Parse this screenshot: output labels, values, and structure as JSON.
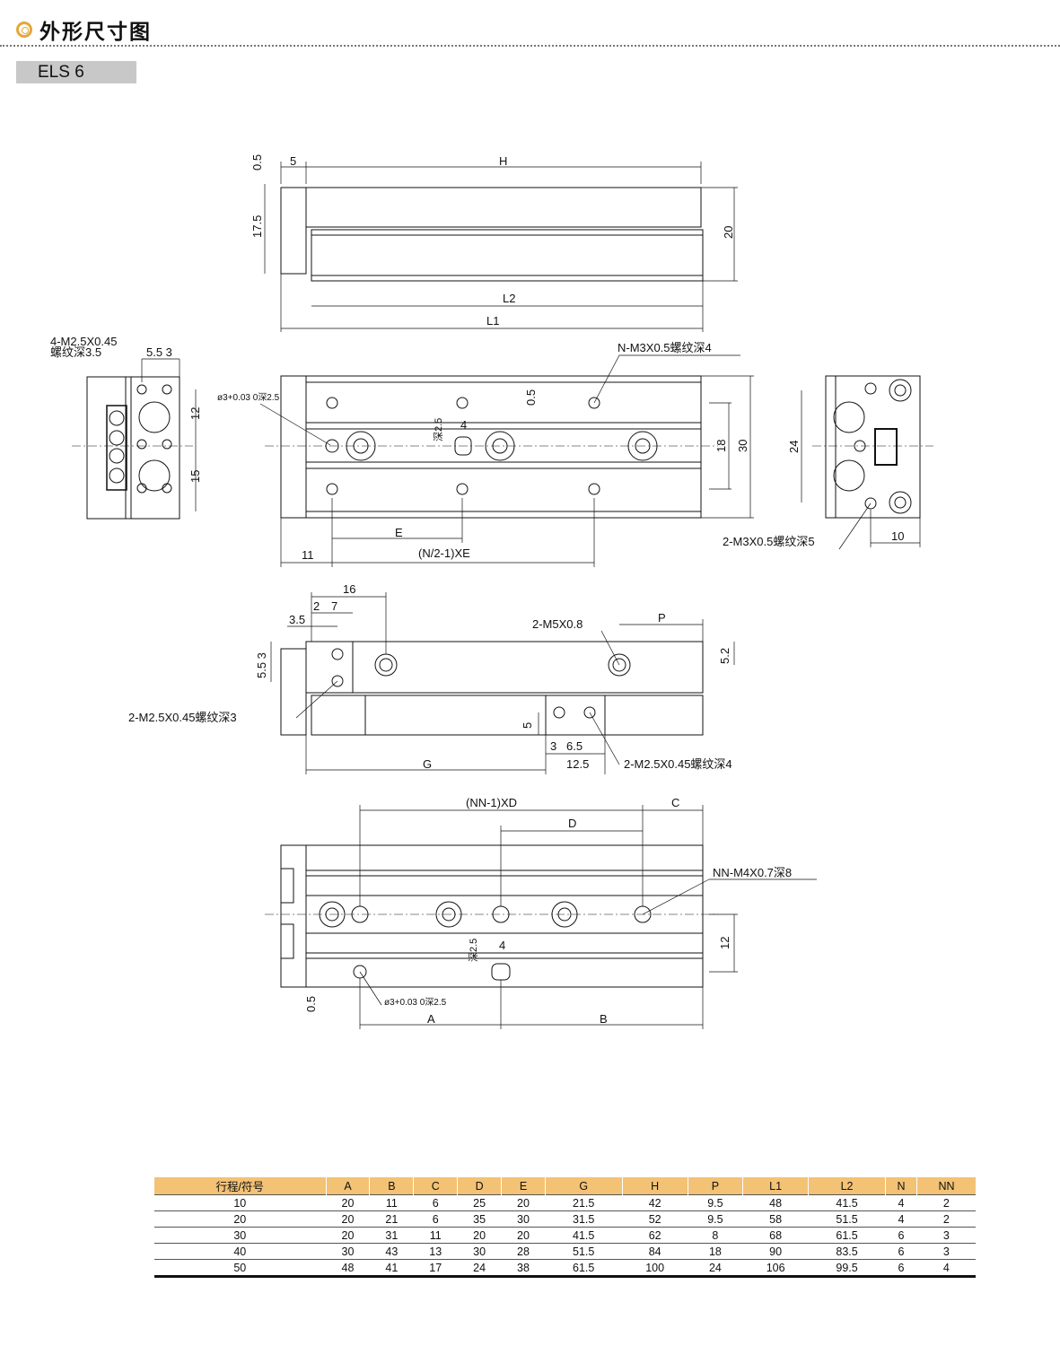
{
  "header": {
    "title": "外形尺寸图",
    "model": "ELS 6",
    "accent": "#e6a73a",
    "model_bg": "#c8c8c8"
  },
  "dims": {
    "top": {
      "h05": "0.5",
      "five": "5",
      "H": "H",
      "h175": "17.5",
      "h20": "20",
      "L2": "L2",
      "L1": "L1"
    },
    "left": {
      "tap": "4-M2.5X0.45",
      "tapdepth": "螺纹深3.5",
      "w553": "5.5 3",
      "h12": "12",
      "h15": "15"
    },
    "plan": {
      "pin": "ø3+0.03 0深2.5",
      "nm3": "N-M3X0.5螺纹深4",
      "v05": "0.5",
      "slot": "深2.5",
      "four": "4",
      "v18": "18",
      "v30": "30",
      "E": "E",
      "n2": "(N/2-1)XE",
      "eleven": "11"
    },
    "right": {
      "v24": "24",
      "tap": "2-M3X0.5螺纹深5",
      "ten": "10"
    },
    "side": {
      "sixteen": "16",
      "two": "2",
      "seven": "7",
      "v35": "3.5",
      "v553": "5.5 3",
      "m5": "2-M5X0.8",
      "P": "P",
      "v52": "5.2",
      "m25a": "2-M2.5X0.45螺纹深3",
      "five": "5",
      "three": "3",
      "v65": "6.5",
      "G": "G",
      "v125": "12.5",
      "m25b": "2-M2.5X0.45螺纹深4"
    },
    "bottom": {
      "nnxd": "(NN-1)XD",
      "C": "C",
      "D": "D",
      "nnm4": "NN-M4X0.7深8",
      "slot": "深2.5",
      "four": "4",
      "v12": "12",
      "pin": "ø3+0.03 0深2.5",
      "v05": "0.5",
      "A": "A",
      "B": "B"
    }
  },
  "table": {
    "headers": [
      "行程/符号",
      "A",
      "B",
      "C",
      "D",
      "E",
      "G",
      "H",
      "P",
      "L1",
      "L2",
      "N",
      "NN"
    ],
    "rows": [
      [
        "10",
        "20",
        "11",
        "6",
        "25",
        "20",
        "21.5",
        "42",
        "9.5",
        "48",
        "41.5",
        "4",
        "2"
      ],
      [
        "20",
        "20",
        "21",
        "6",
        "35",
        "30",
        "31.5",
        "52",
        "9.5",
        "58",
        "51.5",
        "4",
        "2"
      ],
      [
        "30",
        "20",
        "31",
        "11",
        "20",
        "20",
        "41.5",
        "62",
        "8",
        "68",
        "61.5",
        "6",
        "3"
      ],
      [
        "40",
        "30",
        "43",
        "13",
        "30",
        "28",
        "51.5",
        "84",
        "18",
        "90",
        "83.5",
        "6",
        "3"
      ],
      [
        "50",
        "48",
        "41",
        "17",
        "24",
        "38",
        "61.5",
        "100",
        "24",
        "106",
        "99.5",
        "6",
        "4"
      ]
    ],
    "header_bg": "#f3c275"
  }
}
